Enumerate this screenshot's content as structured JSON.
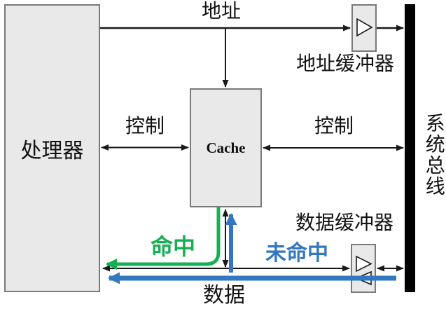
{
  "nodes": {
    "processor": {
      "label": "处理器"
    },
    "cache": {
      "label": "Cache"
    },
    "address_buffer": {
      "label": "地址缓冲器"
    },
    "data_buffer": {
      "label": "数据缓冲器"
    },
    "system_bus": {
      "label": "系统总线"
    }
  },
  "edges": {
    "address": {
      "label": "地址",
      "direction": "processor-to-bus-and-cache"
    },
    "control_left": {
      "label": "控制",
      "direction": "bidirectional"
    },
    "control_right": {
      "label": "控制",
      "direction": "bidirectional"
    },
    "data": {
      "label": "数据",
      "direction": "bidirectional"
    },
    "hit": {
      "label": "命中",
      "color": "#16b054",
      "direction": "cache-to-processor"
    },
    "miss": {
      "label": "未命中",
      "color": "#3377c1",
      "direction": "bus-to-processor-and-cache"
    }
  },
  "colors": {
    "box_fill": "#e9e9e9",
    "box_border": "#7a7a7a",
    "line": "#1a1a1a",
    "bus": "#000000",
    "hit_green": "#16b054",
    "miss_blue": "#3377c1"
  }
}
